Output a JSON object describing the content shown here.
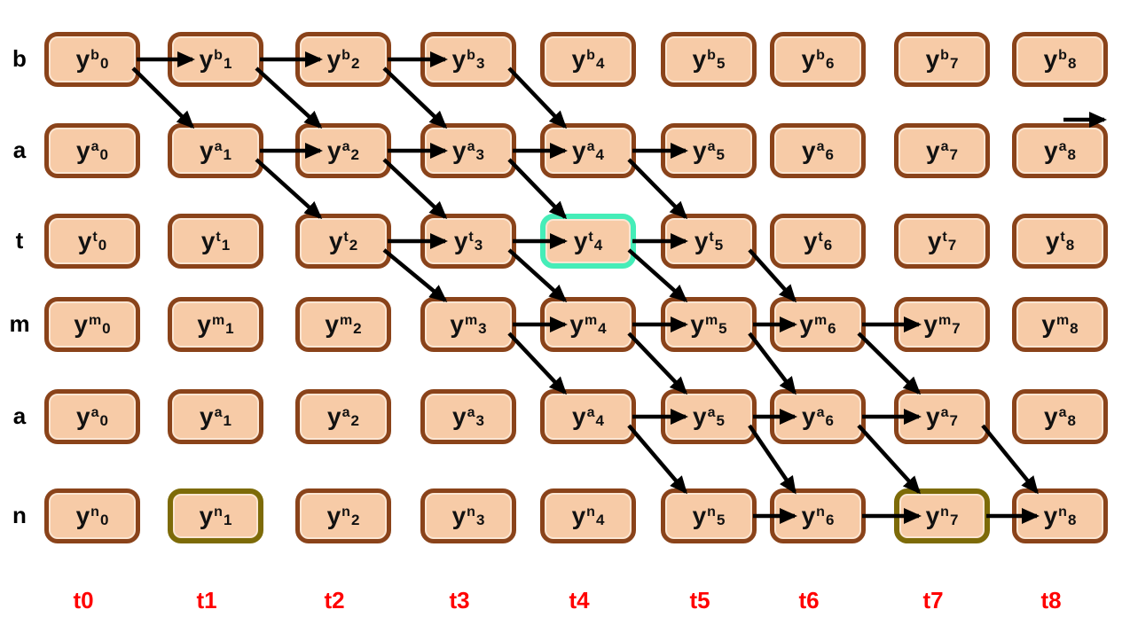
{
  "diagram_type": "sequence-alignment-trellis",
  "node_symbol": "y",
  "row_labels": [
    "b",
    "a",
    "t",
    "m",
    "a",
    "n"
  ],
  "time_labels": [
    "t0",
    "t1",
    "t2",
    "t3",
    "t4",
    "t5",
    "t6",
    "t7",
    "t8"
  ],
  "colors": {
    "node_fill": "#F7CBA7",
    "node_border": "#8A431A",
    "highlight_current_border": "#45EDB8",
    "highlight_path_border": "#7D6B08",
    "arrow": "#000000",
    "time_label": "#FF0000",
    "row_label": "#000000",
    "background": "#FFFFFF"
  },
  "nodes": [
    {
      "id": "r0c0",
      "row": 0,
      "col": 0,
      "sup": "b",
      "sub": "0"
    },
    {
      "id": "r0c1",
      "row": 0,
      "col": 1,
      "sup": "b",
      "sub": "1"
    },
    {
      "id": "r0c2",
      "row": 0,
      "col": 2,
      "sup": "b",
      "sub": "2"
    },
    {
      "id": "r0c3",
      "row": 0,
      "col": 3,
      "sup": "b",
      "sub": "3"
    },
    {
      "id": "r0c4",
      "row": 0,
      "col": 4,
      "sup": "b",
      "sub": "4"
    },
    {
      "id": "r0c5",
      "row": 0,
      "col": 5,
      "sup": "b",
      "sub": "5"
    },
    {
      "id": "r0c6",
      "row": 0,
      "col": 6,
      "sup": "b",
      "sub": "6"
    },
    {
      "id": "r0c7",
      "row": 0,
      "col": 7,
      "sup": "b",
      "sub": "7"
    },
    {
      "id": "r0c8",
      "row": 0,
      "col": 8,
      "sup": "b",
      "sub": "8"
    },
    {
      "id": "r1c0",
      "row": 1,
      "col": 0,
      "sup": "a",
      "sub": "0"
    },
    {
      "id": "r1c1",
      "row": 1,
      "col": 1,
      "sup": "a",
      "sub": "1"
    },
    {
      "id": "r1c2",
      "row": 1,
      "col": 2,
      "sup": "a",
      "sub": "2"
    },
    {
      "id": "r1c3",
      "row": 1,
      "col": 3,
      "sup": "a",
      "sub": "3"
    },
    {
      "id": "r1c4",
      "row": 1,
      "col": 4,
      "sup": "a",
      "sub": "4"
    },
    {
      "id": "r1c5",
      "row": 1,
      "col": 5,
      "sup": "a",
      "sub": "5"
    },
    {
      "id": "r1c6",
      "row": 1,
      "col": 6,
      "sup": "a",
      "sub": "6"
    },
    {
      "id": "r1c7",
      "row": 1,
      "col": 7,
      "sup": "a",
      "sub": "7"
    },
    {
      "id": "r1c8",
      "row": 1,
      "col": 8,
      "sup": "a",
      "sub": "8"
    },
    {
      "id": "r2c0",
      "row": 2,
      "col": 0,
      "sup": "t",
      "sub": "0"
    },
    {
      "id": "r2c1",
      "row": 2,
      "col": 1,
      "sup": "t",
      "sub": "1"
    },
    {
      "id": "r2c2",
      "row": 2,
      "col": 2,
      "sup": "t",
      "sub": "2"
    },
    {
      "id": "r2c3",
      "row": 2,
      "col": 3,
      "sup": "t",
      "sub": "3"
    },
    {
      "id": "r2c4",
      "row": 2,
      "col": 4,
      "sup": "t",
      "sub": "4",
      "highlight": "cyan"
    },
    {
      "id": "r2c5",
      "row": 2,
      "col": 5,
      "sup": "t",
      "sub": "5"
    },
    {
      "id": "r2c6",
      "row": 2,
      "col": 6,
      "sup": "t",
      "sub": "6"
    },
    {
      "id": "r2c7",
      "row": 2,
      "col": 7,
      "sup": "t",
      "sub": "7"
    },
    {
      "id": "r2c8",
      "row": 2,
      "col": 8,
      "sup": "t",
      "sub": "8"
    },
    {
      "id": "r3c0",
      "row": 3,
      "col": 0,
      "sup": "m",
      "sub": "0"
    },
    {
      "id": "r3c1",
      "row": 3,
      "col": 1,
      "sup": "m",
      "sub": "1"
    },
    {
      "id": "r3c2",
      "row": 3,
      "col": 2,
      "sup": "m",
      "sub": "2"
    },
    {
      "id": "r3c3",
      "row": 3,
      "col": 3,
      "sup": "m",
      "sub": "3"
    },
    {
      "id": "r3c4",
      "row": 3,
      "col": 4,
      "sup": "m",
      "sub": "4"
    },
    {
      "id": "r3c5",
      "row": 3,
      "col": 5,
      "sup": "m",
      "sub": "5"
    },
    {
      "id": "r3c6",
      "row": 3,
      "col": 6,
      "sup": "m",
      "sub": "6"
    },
    {
      "id": "r3c7",
      "row": 3,
      "col": 7,
      "sup": "m",
      "sub": "7"
    },
    {
      "id": "r3c8",
      "row": 3,
      "col": 8,
      "sup": "m",
      "sub": "8"
    },
    {
      "id": "r4c0",
      "row": 4,
      "col": 0,
      "sup": "a",
      "sub": "0"
    },
    {
      "id": "r4c1",
      "row": 4,
      "col": 1,
      "sup": "a",
      "sub": "1"
    },
    {
      "id": "r4c2",
      "row": 4,
      "col": 2,
      "sup": "a",
      "sub": "2"
    },
    {
      "id": "r4c3",
      "row": 4,
      "col": 3,
      "sup": "a",
      "sub": "3"
    },
    {
      "id": "r4c4",
      "row": 4,
      "col": 4,
      "sup": "a",
      "sub": "4"
    },
    {
      "id": "r4c5",
      "row": 4,
      "col": 5,
      "sup": "a",
      "sub": "5"
    },
    {
      "id": "r4c6",
      "row": 4,
      "col": 6,
      "sup": "a",
      "sub": "6"
    },
    {
      "id": "r4c7",
      "row": 4,
      "col": 7,
      "sup": "a",
      "sub": "7"
    },
    {
      "id": "r4c8",
      "row": 4,
      "col": 8,
      "sup": "a",
      "sub": "8"
    },
    {
      "id": "r5c0",
      "row": 5,
      "col": 0,
      "sup": "n",
      "sub": "0"
    },
    {
      "id": "r5c1",
      "row": 5,
      "col": 1,
      "sup": "n",
      "sub": "1",
      "highlight": "olive"
    },
    {
      "id": "r5c2",
      "row": 5,
      "col": 2,
      "sup": "n",
      "sub": "2"
    },
    {
      "id": "r5c3",
      "row": 5,
      "col": 3,
      "sup": "n",
      "sub": "3"
    },
    {
      "id": "r5c4",
      "row": 5,
      "col": 4,
      "sup": "n",
      "sub": "4"
    },
    {
      "id": "r5c5",
      "row": 5,
      "col": 5,
      "sup": "n",
      "sub": "5"
    },
    {
      "id": "r5c6",
      "row": 5,
      "col": 6,
      "sup": "n",
      "sub": "6"
    },
    {
      "id": "r5c7",
      "row": 5,
      "col": 7,
      "sup": "n",
      "sub": "7",
      "highlight": "olive"
    },
    {
      "id": "r5c8",
      "row": 5,
      "col": 8,
      "sup": "n",
      "sub": "8"
    }
  ],
  "edges": [
    {
      "from": "r0c0",
      "to": "r0c1"
    },
    {
      "from": "r0c1",
      "to": "r0c2"
    },
    {
      "from": "r0c2",
      "to": "r0c3"
    },
    {
      "from": "r1c1",
      "to": "r1c2"
    },
    {
      "from": "r1c2",
      "to": "r1c3"
    },
    {
      "from": "r1c3",
      "to": "r1c4"
    },
    {
      "from": "r1c4",
      "to": "r1c5"
    },
    {
      "from": "r2c2",
      "to": "r2c3"
    },
    {
      "from": "r2c3",
      "to": "r2c4"
    },
    {
      "from": "r2c4",
      "to": "r2c5"
    },
    {
      "from": "r3c3",
      "to": "r3c4"
    },
    {
      "from": "r3c4",
      "to": "r3c5"
    },
    {
      "from": "r3c5",
      "to": "r3c6"
    },
    {
      "from": "r3c6",
      "to": "r3c7"
    },
    {
      "from": "r4c4",
      "to": "r4c5"
    },
    {
      "from": "r4c5",
      "to": "r4c6"
    },
    {
      "from": "r4c6",
      "to": "r4c7"
    },
    {
      "from": "r5c5",
      "to": "r5c6"
    },
    {
      "from": "r5c6",
      "to": "r5c7"
    },
    {
      "from": "r5c7",
      "to": "r5c8"
    },
    {
      "from": "r0c0",
      "to": "r1c1"
    },
    {
      "from": "r0c1",
      "to": "r1c2"
    },
    {
      "from": "r0c2",
      "to": "r1c3"
    },
    {
      "from": "r0c3",
      "to": "r1c4"
    },
    {
      "from": "r1c1",
      "to": "r2c2"
    },
    {
      "from": "r1c2",
      "to": "r2c3"
    },
    {
      "from": "r1c3",
      "to": "r2c4"
    },
    {
      "from": "r1c4",
      "to": "r2c5"
    },
    {
      "from": "r2c2",
      "to": "r3c3"
    },
    {
      "from": "r2c3",
      "to": "r3c4"
    },
    {
      "from": "r2c4",
      "to": "r3c5"
    },
    {
      "from": "r2c5",
      "to": "r3c6"
    },
    {
      "from": "r3c3",
      "to": "r4c4"
    },
    {
      "from": "r3c4",
      "to": "r4c5"
    },
    {
      "from": "r3c5",
      "to": "r4c6"
    },
    {
      "from": "r3c6",
      "to": "r4c7"
    },
    {
      "from": "r4c4",
      "to": "r5c5"
    },
    {
      "from": "r4c5",
      "to": "r5c6"
    },
    {
      "from": "r4c6",
      "to": "r5c7"
    },
    {
      "from": "r4c7",
      "to": "r5c8"
    }
  ],
  "extra_arrow": {
    "attached_to": "r1c8",
    "direction": "right",
    "position": "top-edge"
  }
}
